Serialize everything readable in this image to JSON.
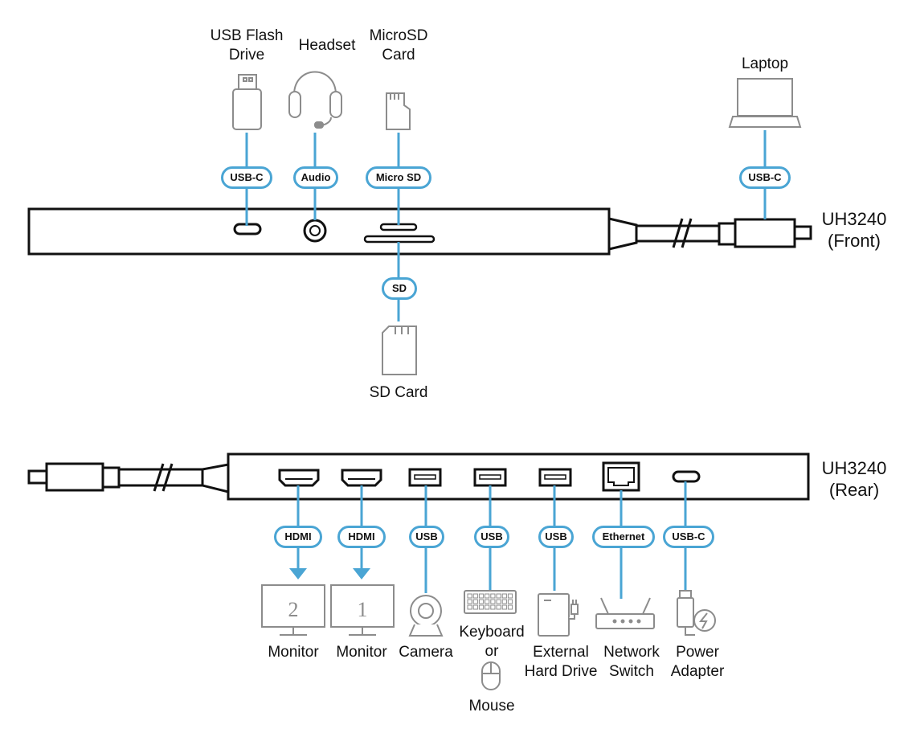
{
  "front": {
    "hub_name": "UH3240",
    "hub_side": "(Front)",
    "devices": [
      {
        "label_line1": "USB Flash",
        "label_line2": "Drive",
        "port": "USB-C",
        "icon": "usb-flash-drive-icon"
      },
      {
        "label_line1": "Headset",
        "label_line2": "",
        "port": "Audio",
        "icon": "headset-icon"
      },
      {
        "label_line1": "MicroSD",
        "label_line2": "Card",
        "port": "Micro SD",
        "icon": "microsd-card-icon"
      },
      {
        "label_line1": "SD Card",
        "label_line2": "",
        "port": "SD",
        "icon": "sd-card-icon"
      },
      {
        "label_line1": "Laptop",
        "label_line2": "",
        "port": "USB-C",
        "icon": "laptop-icon"
      }
    ]
  },
  "rear": {
    "hub_name": "UH3240",
    "hub_side": "(Rear)",
    "devices": [
      {
        "label_line1": "Monitor",
        "label_line2": "",
        "port": "HDMI",
        "icon": "monitor-icon",
        "screen_number": "2"
      },
      {
        "label_line1": "Monitor",
        "label_line2": "",
        "port": "HDMI",
        "icon": "monitor-icon",
        "screen_number": "1"
      },
      {
        "label_line1": "Camera",
        "label_line2": "",
        "port": "USB",
        "icon": "camera-icon"
      },
      {
        "label_line1": "Keyboard",
        "label_line2": "or",
        "label_line3": "Mouse",
        "port": "USB",
        "icon": "keyboard-icon"
      },
      {
        "label_line1": "External",
        "label_line2": "Hard Drive",
        "port": "USB",
        "icon": "external-hard-drive-icon"
      },
      {
        "label_line1": "Network",
        "label_line2": "Switch",
        "port": "Ethernet",
        "icon": "network-switch-icon"
      },
      {
        "label_line1": "Power",
        "label_line2": "Adapter",
        "port": "USB-C",
        "icon": "power-adapter-icon"
      }
    ]
  },
  "colors": {
    "connector": "#4aa5d4",
    "device_icon": "#8c8c8c",
    "outline": "#111111"
  }
}
